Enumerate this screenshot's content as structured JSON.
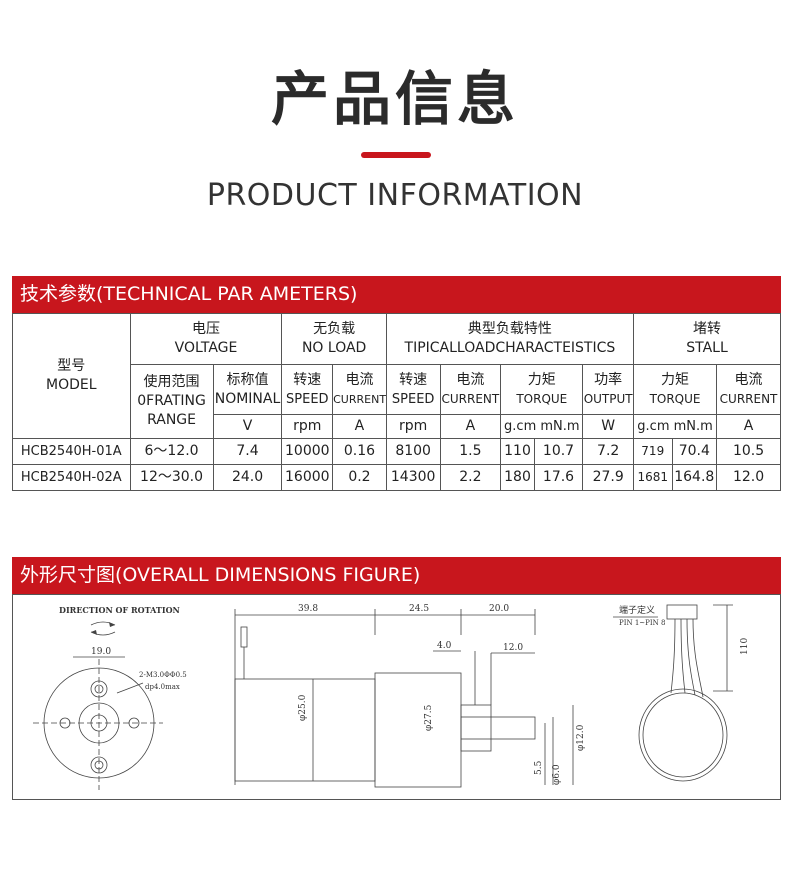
{
  "header": {
    "title_cn": "产品信息",
    "title_en": "PRODUCT INFORMATION"
  },
  "section1": {
    "title": "技术参数(TECHNICAL PAR AMETERS)"
  },
  "section2": {
    "title": "外形尺寸图(OVERALL DIMENSIONS FIGURE)"
  },
  "table": {
    "model_cn": "型号",
    "model_en": "MODEL",
    "voltage_cn": "电压",
    "voltage_en": "VOLTAGE",
    "noload_cn": "无负载",
    "noload_en": "NO LOAD",
    "typical_cn": "典型负载特性",
    "typical_en": "TIPICALLOADCHARACTEISTICS",
    "stall_cn": "堵转",
    "stall_en": "STALL",
    "range_cn": "使用范围",
    "range_en1": "0FRATING",
    "range_en2": "RANGE",
    "nominal_cn": "标称值",
    "nominal_en": "NOMINAL",
    "speed_cn": "转速",
    "speed_en": "SPEED",
    "current_cn": "电流",
    "current_en": "CURRENT",
    "torque_cn": "力矩",
    "torque_en": "TORQUE",
    "power_cn": "功率",
    "power_en": "OUTPUT",
    "unit_v": "V",
    "unit_rpm": "rpm",
    "unit_a": "A",
    "unit_gcm_mnm": "g.cm mN.m",
    "unit_w": "W",
    "rows": [
      {
        "model": "HCB2540H-01A",
        "range": "6～12.0",
        "nominal": "7.4",
        "nl_speed": "10000",
        "nl_current": "0.16",
        "ty_speed": "8100",
        "ty_current": "1.5",
        "ty_gcm": "110",
        "ty_mnm": "10.7",
        "ty_power": "7.2",
        "st_gcm": "719",
        "st_mnm": "70.4",
        "st_current": "10.5"
      },
      {
        "model": "HCB2540H-02A",
        "range": "12～30.0",
        "nominal": "24.0",
        "nl_speed": "16000",
        "nl_current": "0.2",
        "ty_speed": "14300",
        "ty_current": "2.2",
        "ty_gcm": "180",
        "ty_mnm": "17.6",
        "ty_power": "27.9",
        "st_gcm": "1681",
        "st_mnm": "164.8",
        "st_current": "12.0"
      }
    ]
  },
  "drawing": {
    "direction_label": "DIRECTION OF ROTATION",
    "dim_19": "19.0",
    "hole_note1": "2-M3.0ΦΦ0.5",
    "hole_note2": "dp4.0max",
    "dim_39_8": "39.8",
    "dim_24_5": "24.5",
    "dim_20": "20.0",
    "dim_4": "4.0",
    "dim_12": "12.0",
    "dim_d25": "φ25.0",
    "dim_d27_5": "φ27.5",
    "dim_d12": "φ12.0",
    "dim_5_5": "5.5",
    "dim_d6": "φ6.0",
    "terminal_label": "端子定义",
    "pin_label": "PIN 1~PIN 8",
    "dim_110": "110"
  }
}
